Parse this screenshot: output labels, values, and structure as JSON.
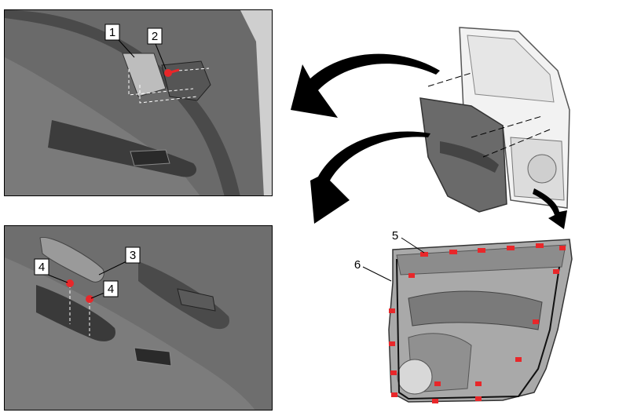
{
  "callouts": {
    "c1": "1",
    "c2": "2",
    "c3": "3",
    "c4a": "4",
    "c4b": "4",
    "c5": "5",
    "c6": "6"
  },
  "colors": {
    "fastener": "#e8272a",
    "panel_dark": "#5f5f5f",
    "panel_light": "#bfbfbf",
    "arrow": "#000000"
  }
}
